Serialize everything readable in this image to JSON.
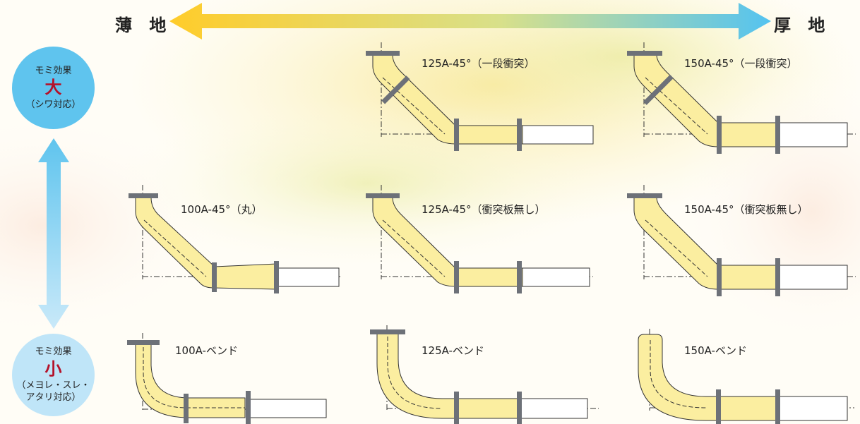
{
  "scale": {
    "thin_label": "薄 地",
    "thick_label": "厚 地",
    "arrow_color_left": "#ffcc2a",
    "arrow_color_right": "#54c3f0"
  },
  "effect_large": {
    "line1": "モミ効果",
    "size": "大",
    "line2": "（シワ対応）",
    "color": "#5fc4ee"
  },
  "effect_small": {
    "line1": "モミ効果",
    "size": "小",
    "line2": "（メヨレ・スレ・",
    "line3": "アタリ対応）",
    "color": "#bfe5f8"
  },
  "pipes": {
    "p125_45_shock": "125A-45°（一段衝突）",
    "p150_45_shock": "150A-45°（一段衝突）",
    "p100_45_round": "100A-45°（丸）",
    "p125_45_noplate": "125A-45°（衝突板無し）",
    "p150_45_noplate": "150A-45°（衝突板無し）",
    "p100_bend": "100A-ベンド",
    "p125_bend": "125A-ベンド",
    "p150_bend": "150A-ベンド"
  },
  "colors": {
    "pipe_fill": "#fbeea0",
    "flange": "#6d7178"
  }
}
